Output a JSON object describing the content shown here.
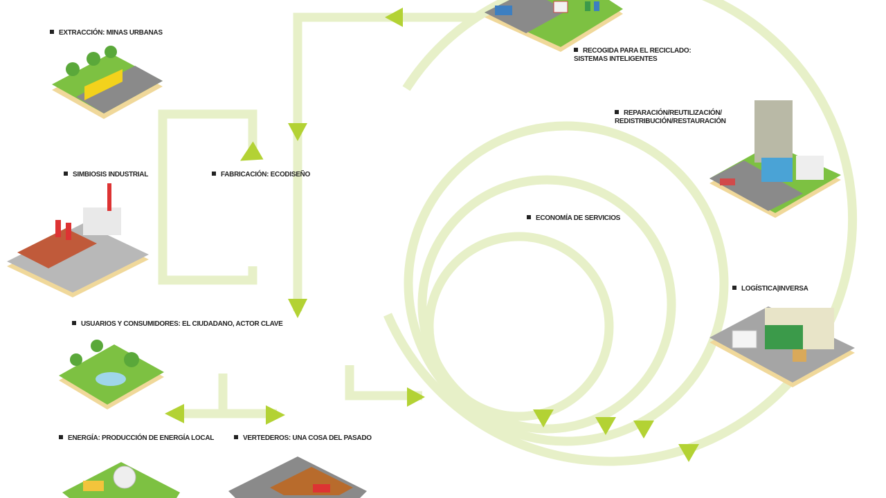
{
  "labels": {
    "extraccion": "EXTRACCIÓN: MINAS URBANAS",
    "simbiosis": "SIMBIOSIS INDUSTRIAL",
    "fabricacion": "FABRICACIÓN: ECODISEÑO",
    "usuarios": "USUARIOS Y CONSUMIDORES: EL CIUDADANO, ACTOR CLAVE",
    "energia": "ENERGÍA: PRODUCCIÓN DE ENERGÍA LOCAL",
    "vertederos": "VERTEDEROS: UNA COSA DEL PASADO",
    "recogida_1": "RECOGIDA PARA EL RECICLADO:",
    "recogida_2": "SISTEMAS INTELIGENTES",
    "reparacion_1": "REPARACIÓN/REUTILIZACIÓN/",
    "reparacion_2": "REDISTRIBUCIÓN/RESTAURACIÓN",
    "economia": "ECONOMÍA DE SERVICIOS",
    "logistica": "LOGÍSTICA|INVERSA"
  },
  "colors": {
    "track": "#e7f0c8",
    "arrow": "#b3d234",
    "grass": "#7dc142",
    "road": "#8a8a8a",
    "base": "#f0d89a"
  }
}
